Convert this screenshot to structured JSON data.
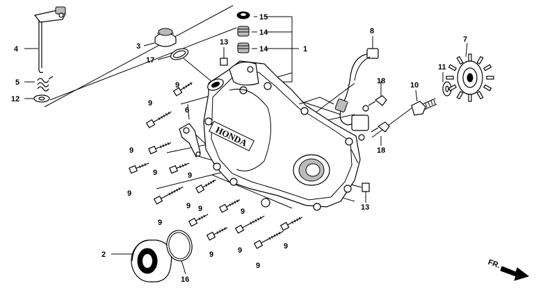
{
  "diagram": {
    "labels": {
      "p1": "1",
      "p2": "2",
      "p3": "3",
      "p4": "4",
      "p5": "5",
      "p6": "6",
      "p7": "7",
      "p8": "8",
      "p9": "9",
      "p10": "10",
      "p11": "11",
      "p12": "12",
      "p13": "13",
      "p14": "14",
      "p15": "15",
      "p16": "16",
      "p17": "17",
      "p18": "18"
    },
    "cover_logo": "HONDA",
    "direction_label": "FR."
  }
}
